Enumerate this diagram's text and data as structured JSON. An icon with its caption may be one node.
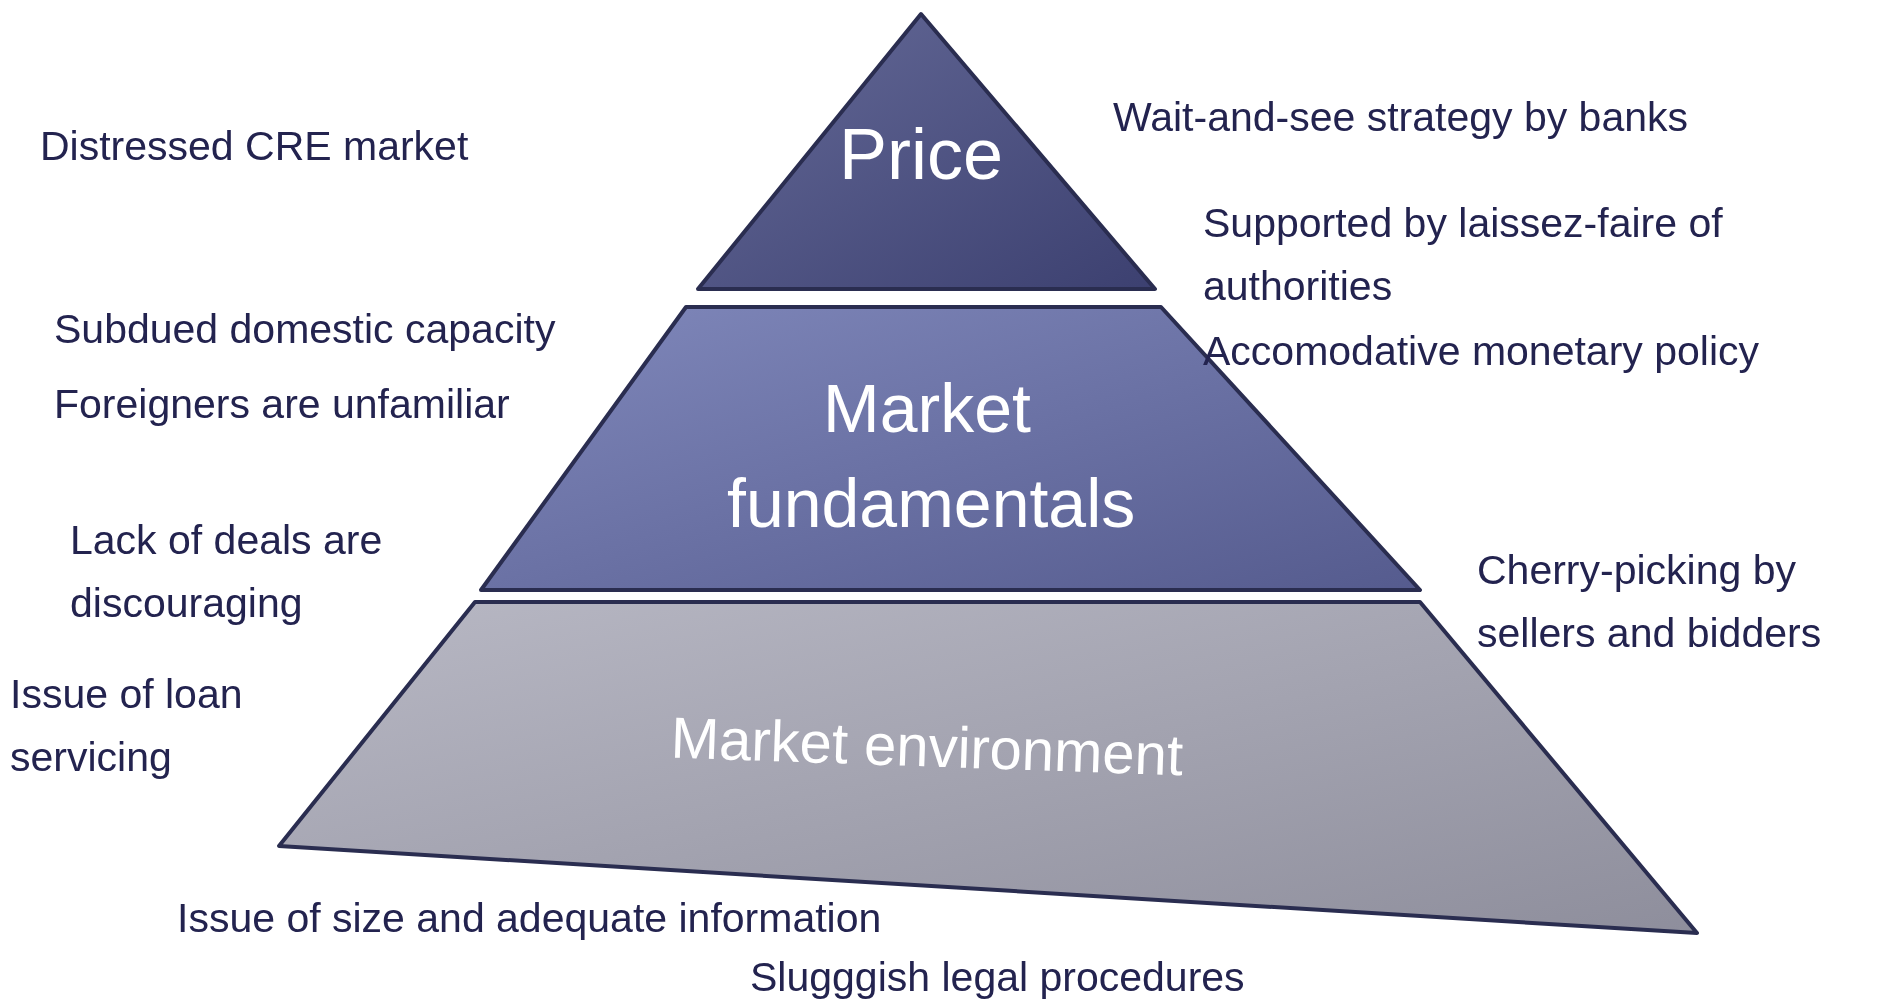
{
  "diagram": {
    "nodes": [
      {
        "text": [
          "Price"
        ]
      },
      {
        "text": [
          "Market fundamentals"
        ]
      },
      {
        "text": [
          "Market environment"
        ]
      }
    ],
    "labels": [
      "Distressed CRE market",
      "Wait-and-see strategy by banks",
      "Supported by laissez-faire of authorities",
      "Accomodative monetary policy",
      "Subdued domestic capacity",
      "Foreigners are unfamiliar",
      "Lack of deals are discouraging",
      "Cherry-picking by sellers and bidders",
      "Issue of loan servicing",
      "Issue of size and adequate information",
      "Slugggish legal procedures"
    ]
  }
}
